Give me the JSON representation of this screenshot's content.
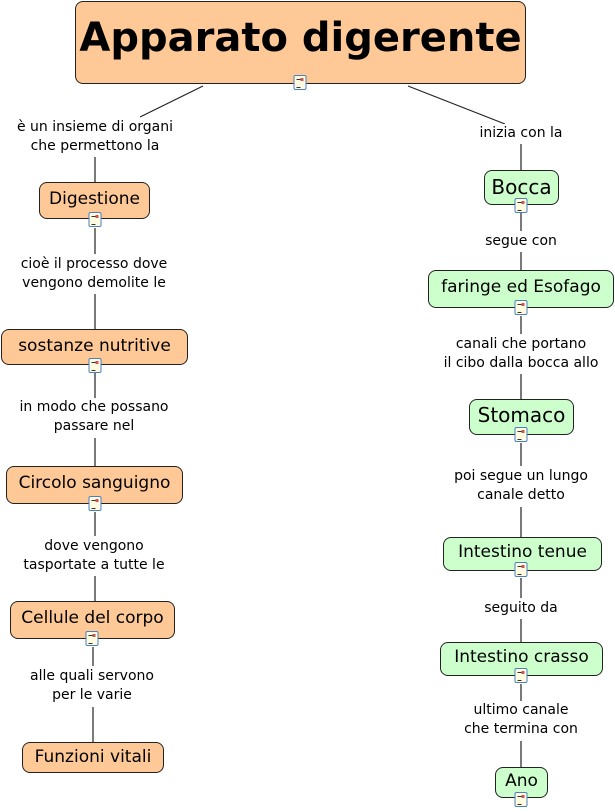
{
  "title": "Apparato digerente",
  "left_nodes": [
    "Digestione",
    "sostanze nutritive",
    "Circolo sanguigno",
    "Cellule del corpo",
    "Funzioni vitali"
  ],
  "right_nodes": [
    "Bocca",
    "faringe ed Esofago",
    "Stomaco",
    "Intestino tenue",
    "Intestino crasso",
    "Ano"
  ],
  "left_links": [
    [
      "è un insieme di organi",
      "che permettono la"
    ],
    [
      "cioè il processo dove",
      "vengono demolite le"
    ],
    [
      "in modo che possano",
      "passare nel"
    ],
    [
      "dove vengono",
      "tasportate a tutte le"
    ],
    [
      "alle quali servono",
      "per le varie"
    ]
  ],
  "right_links": [
    [
      "inizia con la"
    ],
    [
      "segue con"
    ],
    [
      "canali che portano",
      "il cibo dalla bocca allo"
    ],
    [
      "poi segue un lungo",
      "canale detto"
    ],
    [
      "seguito da"
    ],
    [
      "ultimo canale",
      "che termina con"
    ]
  ],
  "colors": {
    "left_node": "#fec996",
    "right_node": "#ccffcc"
  }
}
